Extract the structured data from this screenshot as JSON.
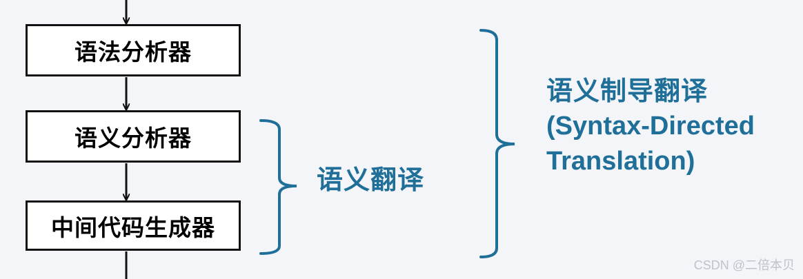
{
  "flow": {
    "boxes": [
      {
        "label": "语法分析器"
      },
      {
        "label": "语义分析器"
      },
      {
        "label": "中间代码生成器"
      }
    ]
  },
  "labels": {
    "semantic_translation": "语义翻译",
    "sdt_title_cn": "语义制导翻译",
    "sdt_title_en_line1": "(Syntax-Directed",
    "sdt_title_en_line2": "Translation)"
  },
  "watermark": "CSDN @二倍本贝",
  "colors": {
    "accent": "#1f6f98",
    "box_border": "#111111",
    "background": "#f3f5f8"
  }
}
